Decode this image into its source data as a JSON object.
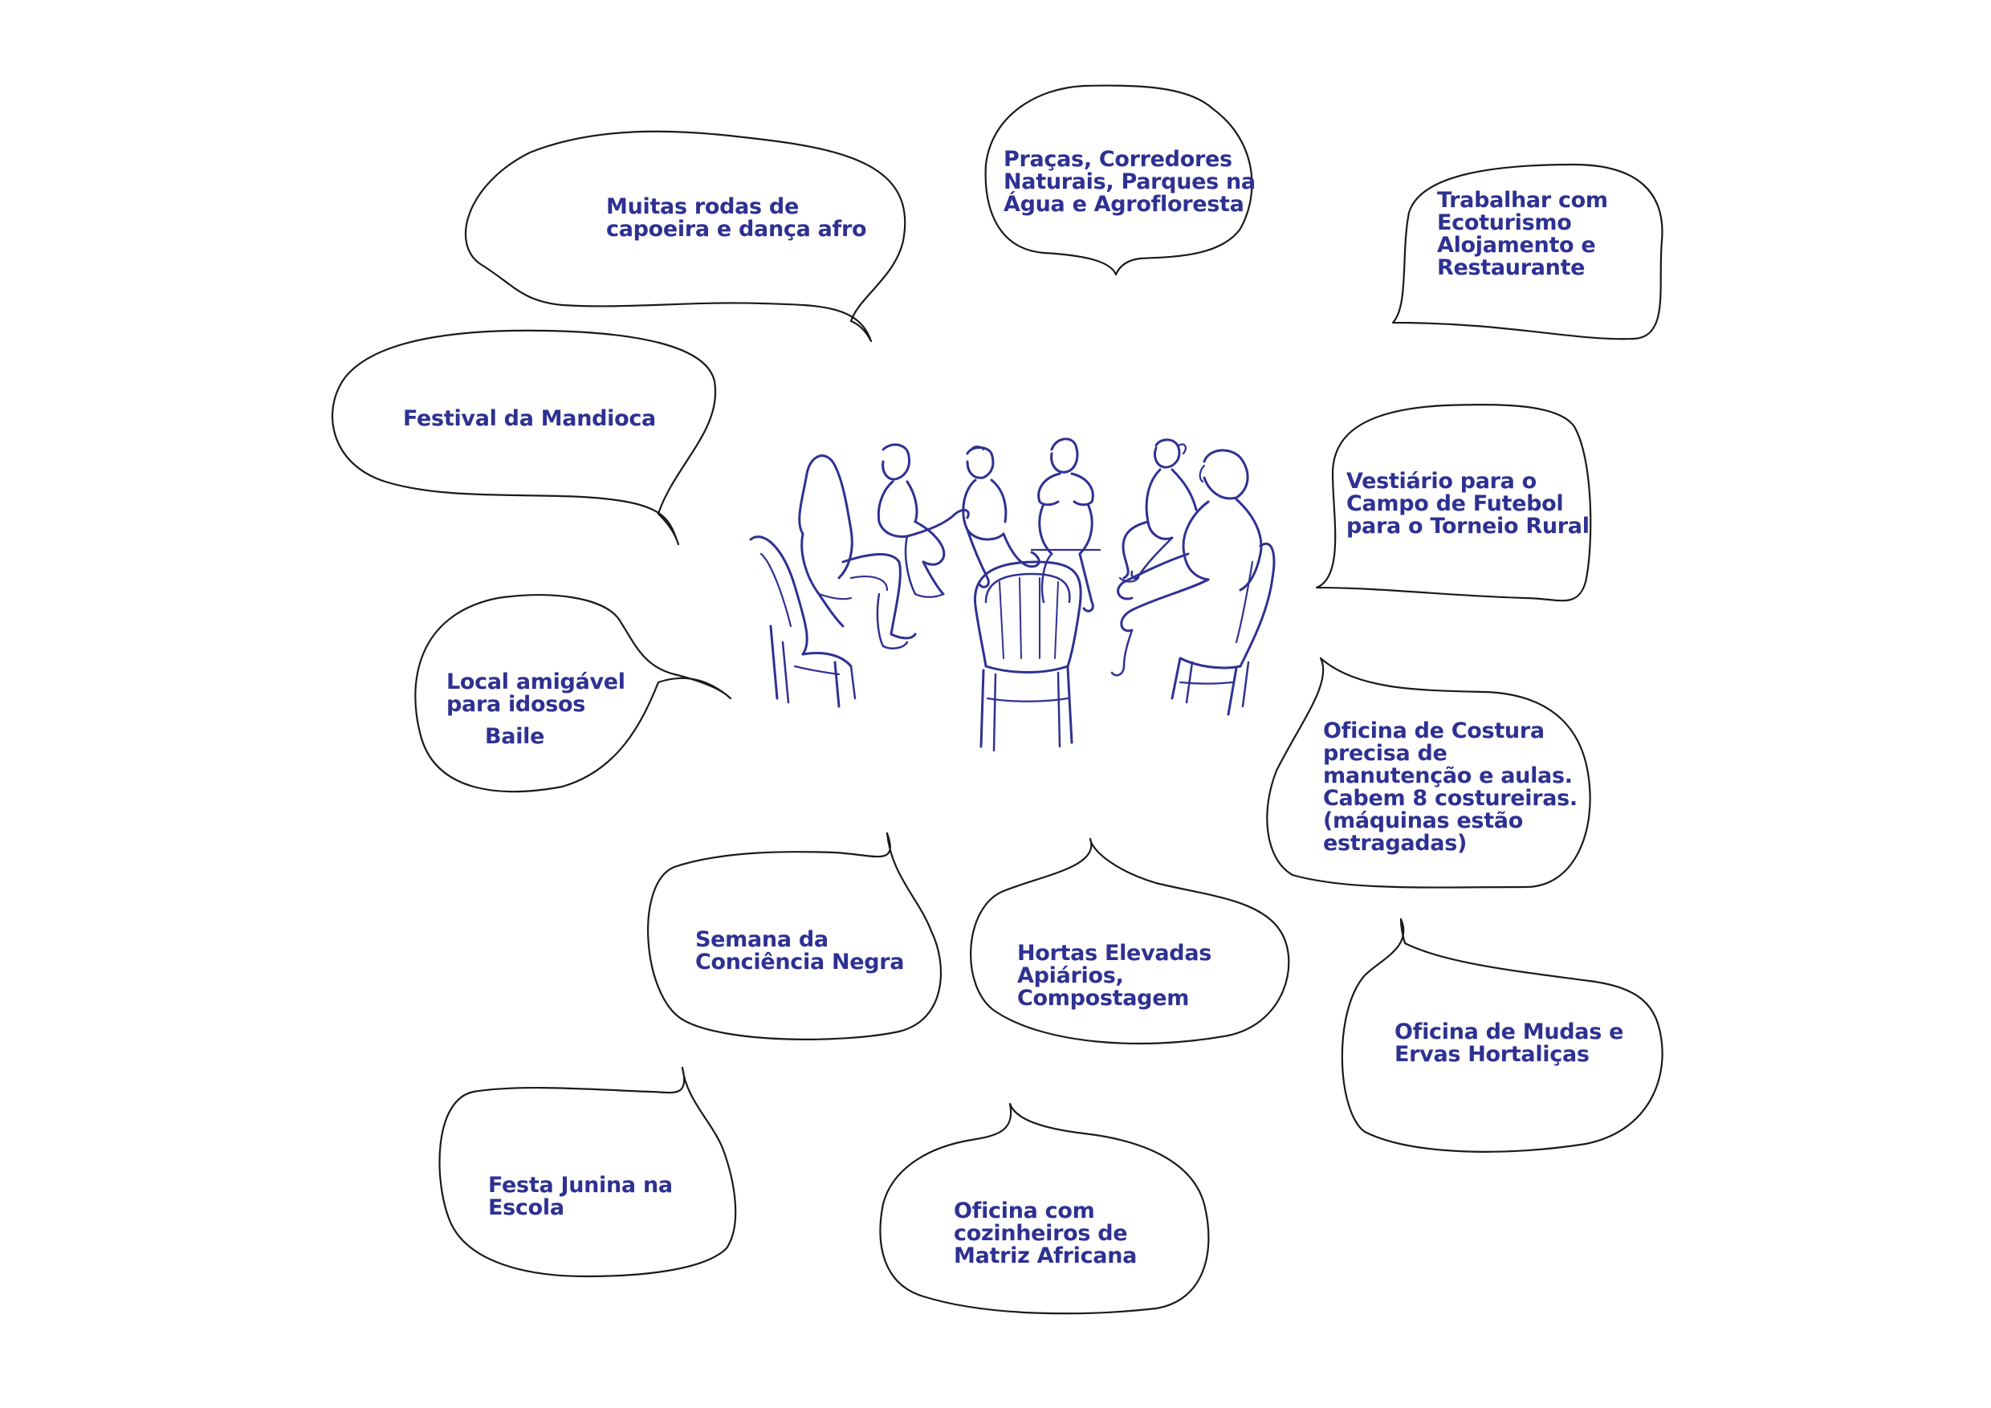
{
  "colors": {
    "text": "#2e3192",
    "sketch": "#2e3192",
    "outline": "#1a1a1a",
    "background": "#ffffff"
  },
  "illustration": {
    "icon": "people-sitting-in-circle-icon"
  },
  "bubbles": [
    {
      "id": "capoeira",
      "text": "Muitas rodas de\ncapoeira e dança afro"
    },
    {
      "id": "pracas",
      "text": "Praças, Corredores\nNaturais, Parques na\nÁgua e Agrofloresta"
    },
    {
      "id": "ecoturismo",
      "text": "Trabalhar com\nEcoturismo\nAlojamento e\nRestaurante"
    },
    {
      "id": "mandioca",
      "text": "Festival da Mandioca"
    },
    {
      "id": "vestiario",
      "text": "Vestiário para o\nCampo de Futebol\npara o Torneio Rural"
    },
    {
      "id": "idosos",
      "text": "Local amigável\npara idosos"
    },
    {
      "id": "baile",
      "text": "Baile"
    },
    {
      "id": "costura",
      "text": "Oficina de Costura\nprecisa de\nmanutenção e aulas.\nCabem 8 costureiras.\n(máquinas estão\nestragadas)"
    },
    {
      "id": "consciencia",
      "text": "Semana da\nConciência Negra"
    },
    {
      "id": "hortas",
      "text": "Hortas Elevadas\nApiários,\nCompostagem"
    },
    {
      "id": "mudas",
      "text": "Oficina de Mudas e\nErvas Hortaliças"
    },
    {
      "id": "junina",
      "text": "Festa Junina na\nEscola"
    },
    {
      "id": "cozinheiros",
      "text": "Oficina com\ncozinheiros de\nMatriz Africana"
    }
  ]
}
